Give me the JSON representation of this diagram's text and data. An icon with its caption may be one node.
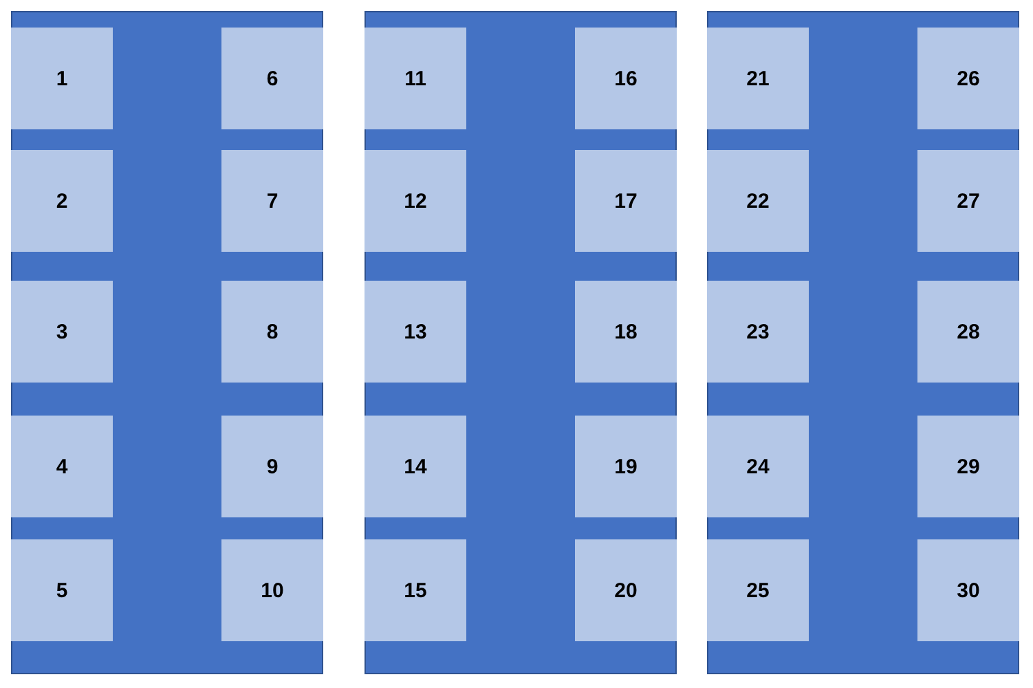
{
  "diagram": {
    "nodes": [
      {
        "text": [],
        "shape": "box"
      },
      {
        "text": [
          "1"
        ],
        "in": 0
      },
      {
        "text": [
          "2"
        ],
        "in": 0
      },
      {
        "text": [
          "3"
        ],
        "in": 0
      },
      {
        "text": [
          "4"
        ],
        "in": 0
      },
      {
        "text": [
          "5"
        ],
        "in": 0
      },
      {
        "text": [
          "6"
        ],
        "in": 0
      },
      {
        "text": [
          "7"
        ],
        "in": 0
      },
      {
        "text": [
          "8"
        ],
        "in": 0
      },
      {
        "text": [
          "9"
        ],
        "in": 0
      },
      {
        "text": [
          "10"
        ],
        "in": 0
      },
      {
        "text": [],
        "shape": "box"
      },
      {
        "text": [
          "11"
        ],
        "in": 11
      },
      {
        "text": [
          "12"
        ],
        "in": 11
      },
      {
        "text": [
          "13"
        ],
        "in": 11
      },
      {
        "text": [
          "14"
        ],
        "in": 11
      },
      {
        "text": [
          "15"
        ],
        "in": 11
      },
      {
        "text": [
          "16"
        ],
        "in": 11
      },
      {
        "text": [
          "17"
        ],
        "in": 11
      },
      {
        "text": [
          "18"
        ],
        "in": 11
      },
      {
        "text": [
          "19"
        ],
        "in": 11
      },
      {
        "text": [
          "20"
        ],
        "in": 11
      },
      {
        "text": [],
        "shape": "box"
      },
      {
        "text": [
          "21"
        ],
        "in": 22
      },
      {
        "text": [
          "22"
        ],
        "in": 22
      },
      {
        "text": [
          "23"
        ],
        "in": 22
      },
      {
        "text": [
          "24"
        ],
        "in": 22
      },
      {
        "text": [
          "25"
        ],
        "in": 22
      },
      {
        "text": [
          "26"
        ],
        "in": 22
      },
      {
        "text": [
          "27"
        ],
        "in": 22
      },
      {
        "text": [
          "28"
        ],
        "in": 22
      },
      {
        "text": [
          "29"
        ],
        "in": 22
      },
      {
        "text": [
          "30"
        ],
        "in": 22
      }
    ]
  }
}
